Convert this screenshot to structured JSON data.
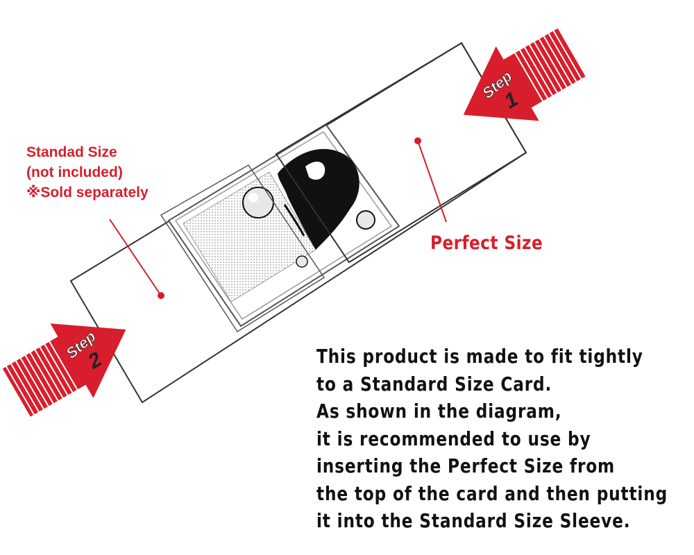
{
  "colors": {
    "accent_red": "#d81e2c",
    "outline": "#333333",
    "text_dark": "#111111"
  },
  "step1": {
    "word": "Step",
    "number": "1"
  },
  "step2": {
    "word": "Step",
    "number": "2"
  },
  "labels": {
    "standard_size_lines": [
      "Standad Size",
      "(not included)",
      "※Sold separately"
    ],
    "perfect_size": "Perfect Size"
  },
  "instructions": {
    "lines": [
      "This product is made to fit tightly",
      "to a Standard Size Card.",
      "As shown in the diagram,",
      "it is recommended to use by",
      "inserting the Perfect Size from",
      "the top of the card and then putting",
      "it into the Standard Size Sleeve."
    ]
  },
  "icons": [
    "card-illustration-icon",
    "step1-arrow-icon",
    "step2-arrow-icon"
  ]
}
